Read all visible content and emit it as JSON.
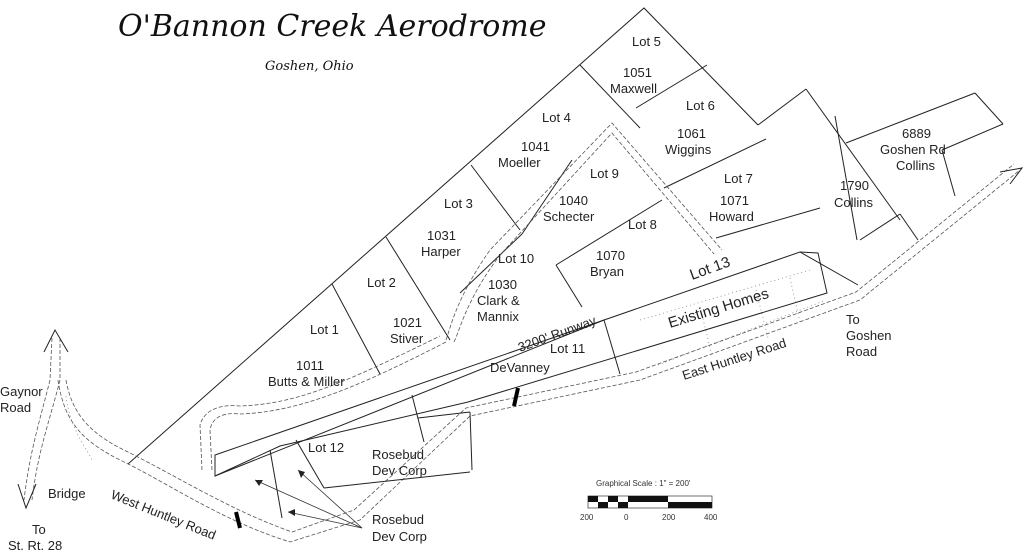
{
  "title": "O'Bannon Creek Aerodrome",
  "subtitle": "Goshen, Ohio",
  "lots": [
    {
      "lot": "Lot 1",
      "number": "1011",
      "owner": "Butts & Miller"
    },
    {
      "lot": "Lot 2",
      "number": "1021",
      "owner": "Stiver"
    },
    {
      "lot": "Lot 3",
      "number": "1031",
      "owner": "Harper"
    },
    {
      "lot": "Lot 4",
      "number": "1041",
      "owner": "Moeller"
    },
    {
      "lot": "Lot 5",
      "number": "1051",
      "owner": "Maxwell"
    },
    {
      "lot": "Lot 6",
      "number": "1061",
      "owner": "Wiggins"
    },
    {
      "lot": "Lot 7",
      "number": "1071",
      "owner": "Howard"
    },
    {
      "lot": "Lot 8",
      "number": "1070",
      "owner": "Bryan"
    },
    {
      "lot": "Lot 9",
      "number": "1040",
      "owner": "Schecter"
    },
    {
      "lot": "Lot 10",
      "number": "1030",
      "owner_line1": "Clark &",
      "owner_line2": "Mannix"
    },
    {
      "lot": "Lot 11",
      "owner": "DeVanney"
    },
    {
      "lot": "Lot 12",
      "owner_line1": "Rosebud",
      "owner_line2": "Dev Corp"
    },
    {
      "lot": "Lot 13"
    }
  ],
  "other_parcels": {
    "collins_1790": {
      "number": "1790",
      "owner": "Collins"
    },
    "collins_6889": {
      "line1": "6889",
      "line2": "Goshen Rd",
      "line3": "Collins"
    },
    "existing_homes": "Existing Homes",
    "rosebud_callout": {
      "line1": "Rosebud",
      "line2": "Dev Corp"
    }
  },
  "runway": "3200'  Runway",
  "roads": {
    "west_huntley": "West Huntley Road",
    "east_huntley": "East Huntley Road",
    "gaynor": {
      "line1": "Gaynor",
      "line2": "Road"
    },
    "to_goshen": {
      "line1": "To",
      "line2": "Goshen",
      "line3": "Road"
    },
    "to_st_rt": {
      "line1": "To",
      "line2": "St. Rt. 28"
    },
    "bridge": "Bridge"
  },
  "scale": {
    "caption": "Graphical Scale : 1\" = 200'",
    "ticks": [
      "200",
      "0",
      "200",
      "400"
    ]
  }
}
